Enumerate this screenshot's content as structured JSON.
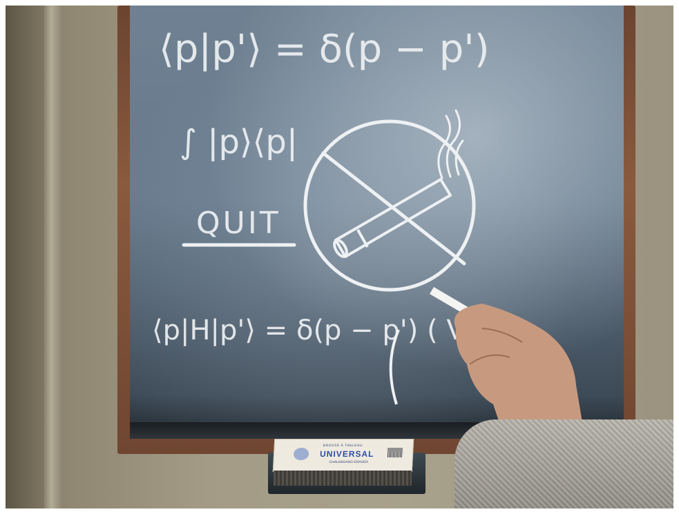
{
  "board": {
    "line1": "⟨p|p'⟩ = δ(p − p')",
    "line2": "∫ |p⟩⟨p|",
    "line3": "QUIT",
    "line4": "⟨p|H|p'⟩ = δ(p − p') ( V(p)"
  },
  "eraser": {
    "top_text": "BROSSE À TABLEAU",
    "brand": "UNIVERSAL",
    "sub_text": "CHALKBOARD ERASER"
  },
  "colors": {
    "chalk": "#eef1f3",
    "board": "#66798b",
    "frame": "#7a4e37",
    "wall": "#a8a18b"
  },
  "icons": [
    "no-smoking-icon",
    "cigarette-icon",
    "smoke-icon"
  ]
}
